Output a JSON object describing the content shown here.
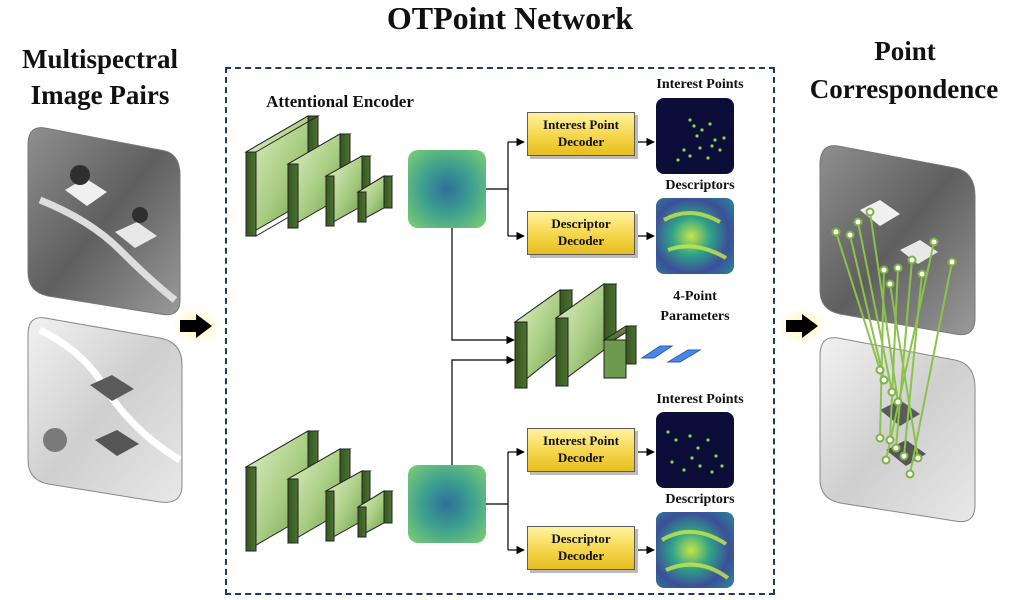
{
  "title": "OTPoint Network",
  "left_label": {
    "line1": "Multispectral",
    "line2": "Image Pairs"
  },
  "right_label": {
    "line1": "Point",
    "line2": "Correspondence"
  },
  "encoder_label": "Attentional Encoder",
  "top_branch": {
    "interest_decoder": {
      "line1": "Interest Point",
      "line2": "Decoder"
    },
    "descriptor_decoder": {
      "line1": "Descriptor",
      "line2": "Decoder"
    },
    "interest_output_label": "Interest Points",
    "descriptor_output_label": "Descriptors"
  },
  "bottom_branch": {
    "interest_decoder": {
      "line1": "Interest Point",
      "line2": "Decoder"
    },
    "descriptor_decoder": {
      "line1": "Descriptor",
      "line2": "Decoder"
    },
    "interest_output_label": "Interest Points",
    "descriptor_output_label": "Descriptors"
  },
  "middle_output": {
    "line1": "4-Point",
    "line2": "Parameters"
  },
  "colors": {
    "frame": "#1f3864",
    "encoder_block": "#5a7d3a",
    "decoder_fill": "#f5d64a",
    "match_line": "#8bc34a",
    "param_blue": "#4a86e8",
    "arrow_glow": "#fff9b0"
  }
}
